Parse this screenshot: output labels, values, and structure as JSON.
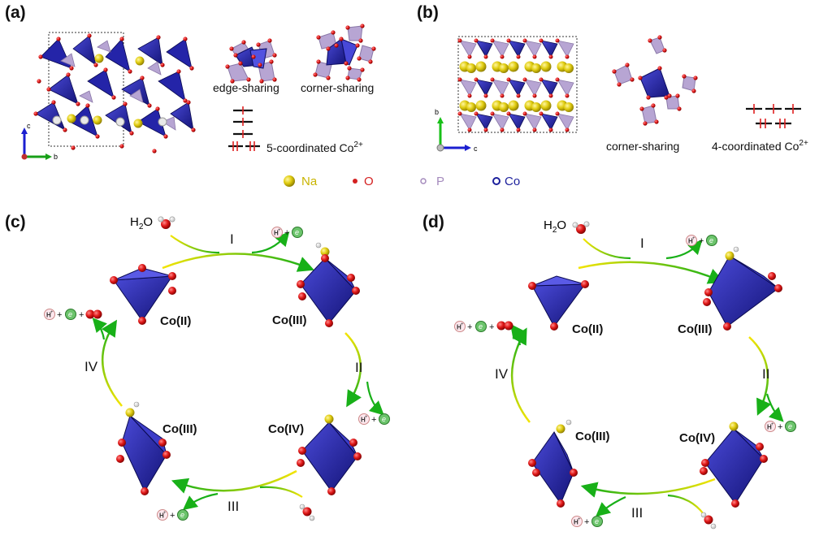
{
  "panels": {
    "a": {
      "label": "(a)",
      "axes": {
        "c": "c",
        "b": "b"
      },
      "structure_labels": [
        "edge-sharing",
        "corner-sharing"
      ],
      "coordination_text": "5-coordinated Co",
      "coordination_sup": "2+"
    },
    "b": {
      "label": "(b)",
      "axes": {
        "b": "b",
        "c": "c"
      },
      "structure_label": "corner-sharing",
      "coordination_text": "4-coordinated Co",
      "coordination_sup": "2+"
    },
    "c": {
      "label": "(c)",
      "water": "H",
      "water_sub": "2",
      "water_end": "O",
      "states": [
        "Co(II)",
        "Co(III)",
        "Co(IV)",
        "Co(III)"
      ],
      "steps": [
        "I",
        "II",
        "III",
        "IV"
      ]
    },
    "d": {
      "label": "(d)",
      "water": "H",
      "water_sub": "2",
      "water_end": "O",
      "states": [
        "Co(II)",
        "Co(III)",
        "Co(IV)",
        "Co(III)"
      ],
      "steps": [
        "I",
        "II",
        "III",
        "IV"
      ]
    }
  },
  "legend": {
    "items": [
      {
        "label": "Na",
        "color": "#c9b400"
      },
      {
        "label": "O",
        "color": "#d42020"
      },
      {
        "label": "P",
        "color": "#a58bbd"
      },
      {
        "label": "Co",
        "color": "#1b1f9c"
      }
    ]
  },
  "species": {
    "proton": "H",
    "proton_sup": "+",
    "electron": "e",
    "plus": "+"
  },
  "colors": {
    "polyhedron": "#2020a8",
    "phosphate": "#b7a5d3",
    "oxygen": "#d42020",
    "sodium": "#d8c400",
    "arrow_start": "#f2e000",
    "arrow_end": "#19b319"
  }
}
